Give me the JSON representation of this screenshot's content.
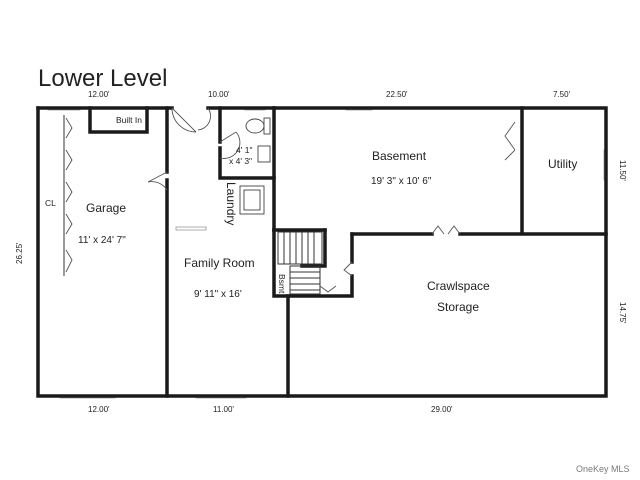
{
  "plan": {
    "title": "Lower Level",
    "top_dims": [
      "12.00'",
      "10.00'",
      "22.50'",
      "7.50'"
    ],
    "bottom_dims": [
      "12.00'",
      "11.00'",
      "29.00'"
    ],
    "left_dim": "26.25'",
    "right_dims": [
      "11.50'",
      "14.75'"
    ],
    "rooms": {
      "garage": {
        "name": "Garage",
        "dims": "11' x 24' 7\""
      },
      "closet": {
        "name": "CL"
      },
      "built_in": {
        "name": "Built In"
      },
      "bath": {
        "dims_line1": "4' 1\"",
        "dims_line2": "x 4' 3\""
      },
      "laundry": {
        "name": "Laundry"
      },
      "basement": {
        "name": "Basement",
        "dims": "19' 3\" x 10' 6\""
      },
      "utility": {
        "name": "Utility"
      },
      "family_room": {
        "name": "Family Room",
        "dims": "9' 11\" x 16'"
      },
      "basement_stair": {
        "name": "Bsmt"
      },
      "crawlspace": {
        "name_line1": "Crawlspace",
        "name_line2": "Storage"
      }
    }
  },
  "watermark": "OneKey MLS"
}
